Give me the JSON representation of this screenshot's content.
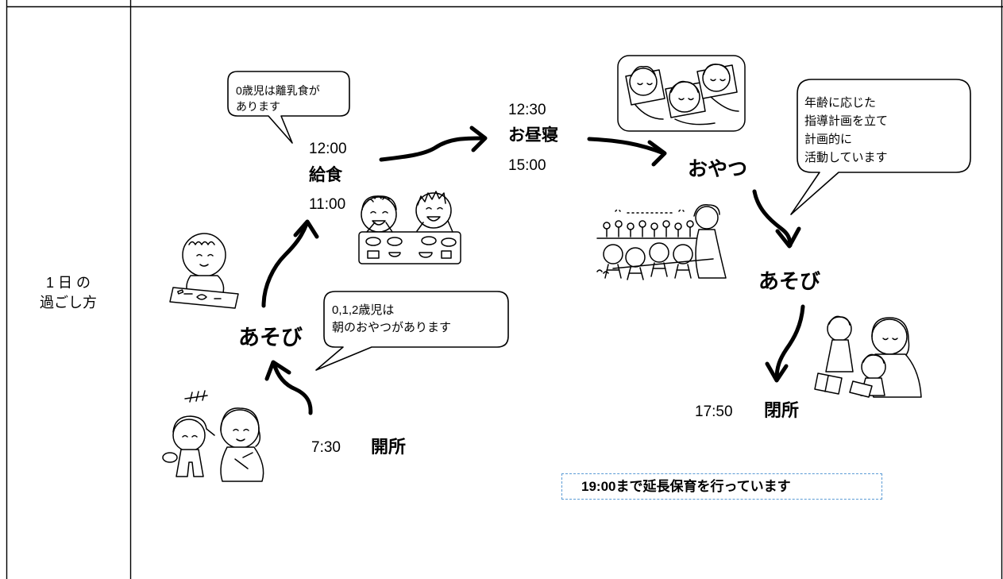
{
  "document": {
    "row_label": {
      "line1": "1 日 の",
      "line2": "過ごし方"
    }
  },
  "schedule": {
    "lunch_note": [
      "0歳児は離乳食が",
      "あります"
    ],
    "lunch": {
      "time_top": "12:00",
      "label": "給食",
      "time_bottom": "11:00"
    },
    "nap": {
      "time_top": "12:30",
      "label": "お昼寝",
      "time_bottom": "15:00"
    },
    "snack": {
      "label": "おやつ"
    },
    "plan_note": [
      "年齢に応じた",
      "指導計画を立て",
      "計画的に",
      "活動しています"
    ],
    "play_afternoon": {
      "label": "あそび"
    },
    "closing": {
      "time": "17:50",
      "label": "閉所"
    },
    "extended_care": "19:00まで延長保育を行っています",
    "play_morning": {
      "label": "あそび"
    },
    "morning_note": [
      "0,1,2歳児は",
      "朝のおやつがあります"
    ],
    "opening": {
      "time": "7:30",
      "label": "開所"
    }
  },
  "illustrations": {
    "lunch": "children-eating-illustration",
    "nap": "children-sleeping-illustration",
    "walk": "children-walking-flowers-illustration",
    "reading": "mother-children-reading-illustration",
    "drawing": "child-drawing-illustration",
    "greeting": "morning-greeting-illustration"
  },
  "colors": {
    "ink": "#000000",
    "background": "#ffffff",
    "extended_care_border": "#5b9bd5"
  }
}
